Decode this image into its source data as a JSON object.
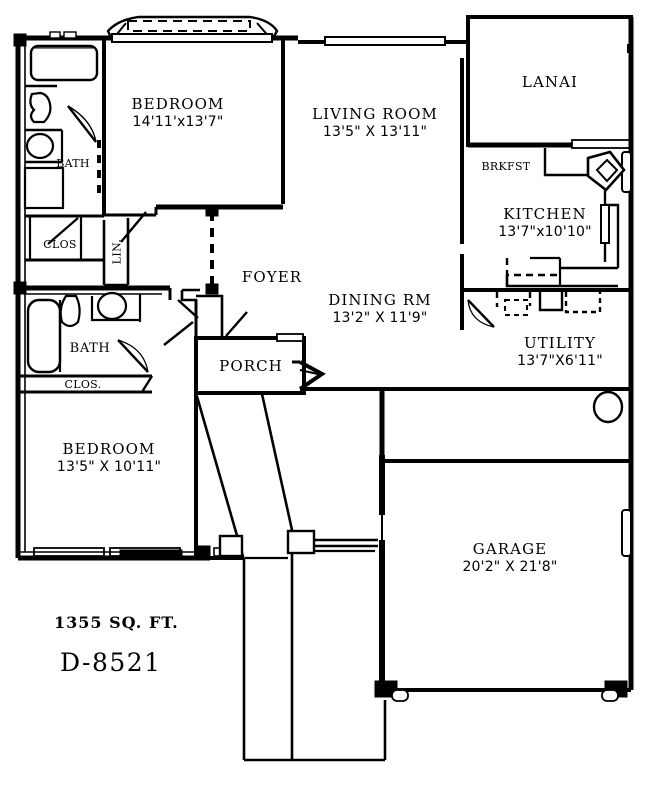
{
  "document": {
    "type": "residential-floor-plan",
    "plan_code": "D-8521",
    "total_area": "1355 SQ. FT.",
    "line_color": "#000000",
    "background_color": "#ffffff"
  },
  "rooms": [
    {
      "id": "bedroom-master",
      "name": "BEDROOM",
      "dimensions": "14'11'x13'7\""
    },
    {
      "id": "living-room",
      "name": "LIVING ROOM",
      "dimensions": "13'5\" X 13'11\""
    },
    {
      "id": "lanai",
      "name": "LANAI",
      "dimensions": ""
    },
    {
      "id": "breakfast",
      "name": "BRKFST",
      "dimensions": ""
    },
    {
      "id": "kitchen",
      "name": "KITCHEN",
      "dimensions": "13'7\"x10'10\""
    },
    {
      "id": "dining-room",
      "name": "DINING RM",
      "dimensions": "13'2\" X 11'9\""
    },
    {
      "id": "utility",
      "name": "UTILITY",
      "dimensions": "13'7\"X6'11\""
    },
    {
      "id": "bedroom-secondary",
      "name": "BEDROOM",
      "dimensions": "13'5\" X 10'11\""
    },
    {
      "id": "garage",
      "name": "GARAGE",
      "dimensions": "20'2\" X 21'8\""
    },
    {
      "id": "foyer",
      "name": "FOYER",
      "dimensions": ""
    },
    {
      "id": "porch",
      "name": "PORCH",
      "dimensions": ""
    },
    {
      "id": "bath-master",
      "name": "BATH",
      "dimensions": ""
    },
    {
      "id": "bath-secondary",
      "name": "BATH",
      "dimensions": ""
    },
    {
      "id": "closet-master",
      "name": "CLOS",
      "dimensions": ""
    },
    {
      "id": "closet-secondary",
      "name": "CLOS.",
      "dimensions": ""
    },
    {
      "id": "linen-closet",
      "name": "LIN.",
      "dimensions": ""
    }
  ],
  "fixtures": [
    {
      "id": "tub-master",
      "label": "bathtub"
    },
    {
      "id": "tub-secondary",
      "label": "bathtub"
    },
    {
      "id": "toilet-master",
      "label": "toilet"
    },
    {
      "id": "toilet-secondary",
      "label": "toilet"
    },
    {
      "id": "sink-master",
      "label": "sink"
    },
    {
      "id": "sink-secondary",
      "label": "sink"
    },
    {
      "id": "kitchen-corner-sink",
      "label": "corner-sink"
    },
    {
      "id": "water-heater",
      "label": "water-heater"
    },
    {
      "id": "washer",
      "label": "washer"
    },
    {
      "id": "dryer",
      "label": "dryer"
    },
    {
      "id": "bay-window",
      "label": "arched-bay-window"
    }
  ]
}
